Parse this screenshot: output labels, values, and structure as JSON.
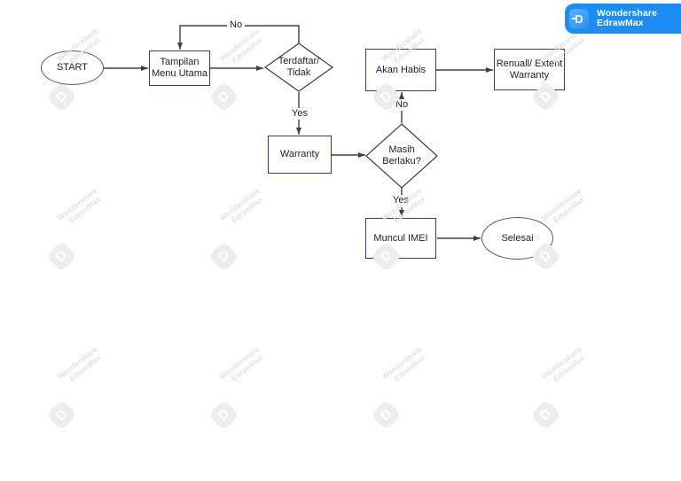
{
  "brand_badge": {
    "line1": "Wondershare",
    "line2": "EdrawMax",
    "logo_letter": "D",
    "background": "#1b8df5"
  },
  "watermark": {
    "line1": "Wondershare",
    "line2": "EdrawMax",
    "logo_letter": "D"
  },
  "flowchart": {
    "nodes": [
      {
        "id": "start",
        "type": "terminator",
        "label": "START"
      },
      {
        "id": "tampilan-menu-utama",
        "type": "process",
        "label": "Tampilan\nMenu Utama"
      },
      {
        "id": "terdaftar-tidak",
        "type": "decision",
        "label": "Terdaftar/\nTidak"
      },
      {
        "id": "warranty",
        "type": "process",
        "label": "Warranty"
      },
      {
        "id": "masih-berlaku",
        "type": "decision",
        "label": "Masih\nBerlaku?"
      },
      {
        "id": "akan-habis",
        "type": "process",
        "label": "Akan Habis"
      },
      {
        "id": "renuall-extent-warranty",
        "type": "process",
        "label": "Renuall/ Extent\nWarranty"
      },
      {
        "id": "muncul-imei",
        "type": "process",
        "label": "Muncul IMEI"
      },
      {
        "id": "selesai",
        "type": "terminator",
        "label": "Selesai"
      }
    ],
    "edge_labels": [
      {
        "id": "terdaftar-no",
        "text": "No"
      },
      {
        "id": "terdaftar-yes",
        "text": "Yes"
      },
      {
        "id": "masih-no",
        "text": "No"
      },
      {
        "id": "masih-yes",
        "text": "Yes"
      }
    ],
    "colors": {
      "node_border": "#333f66",
      "arrow": "#404040",
      "text": "#1f1f1f"
    }
  }
}
